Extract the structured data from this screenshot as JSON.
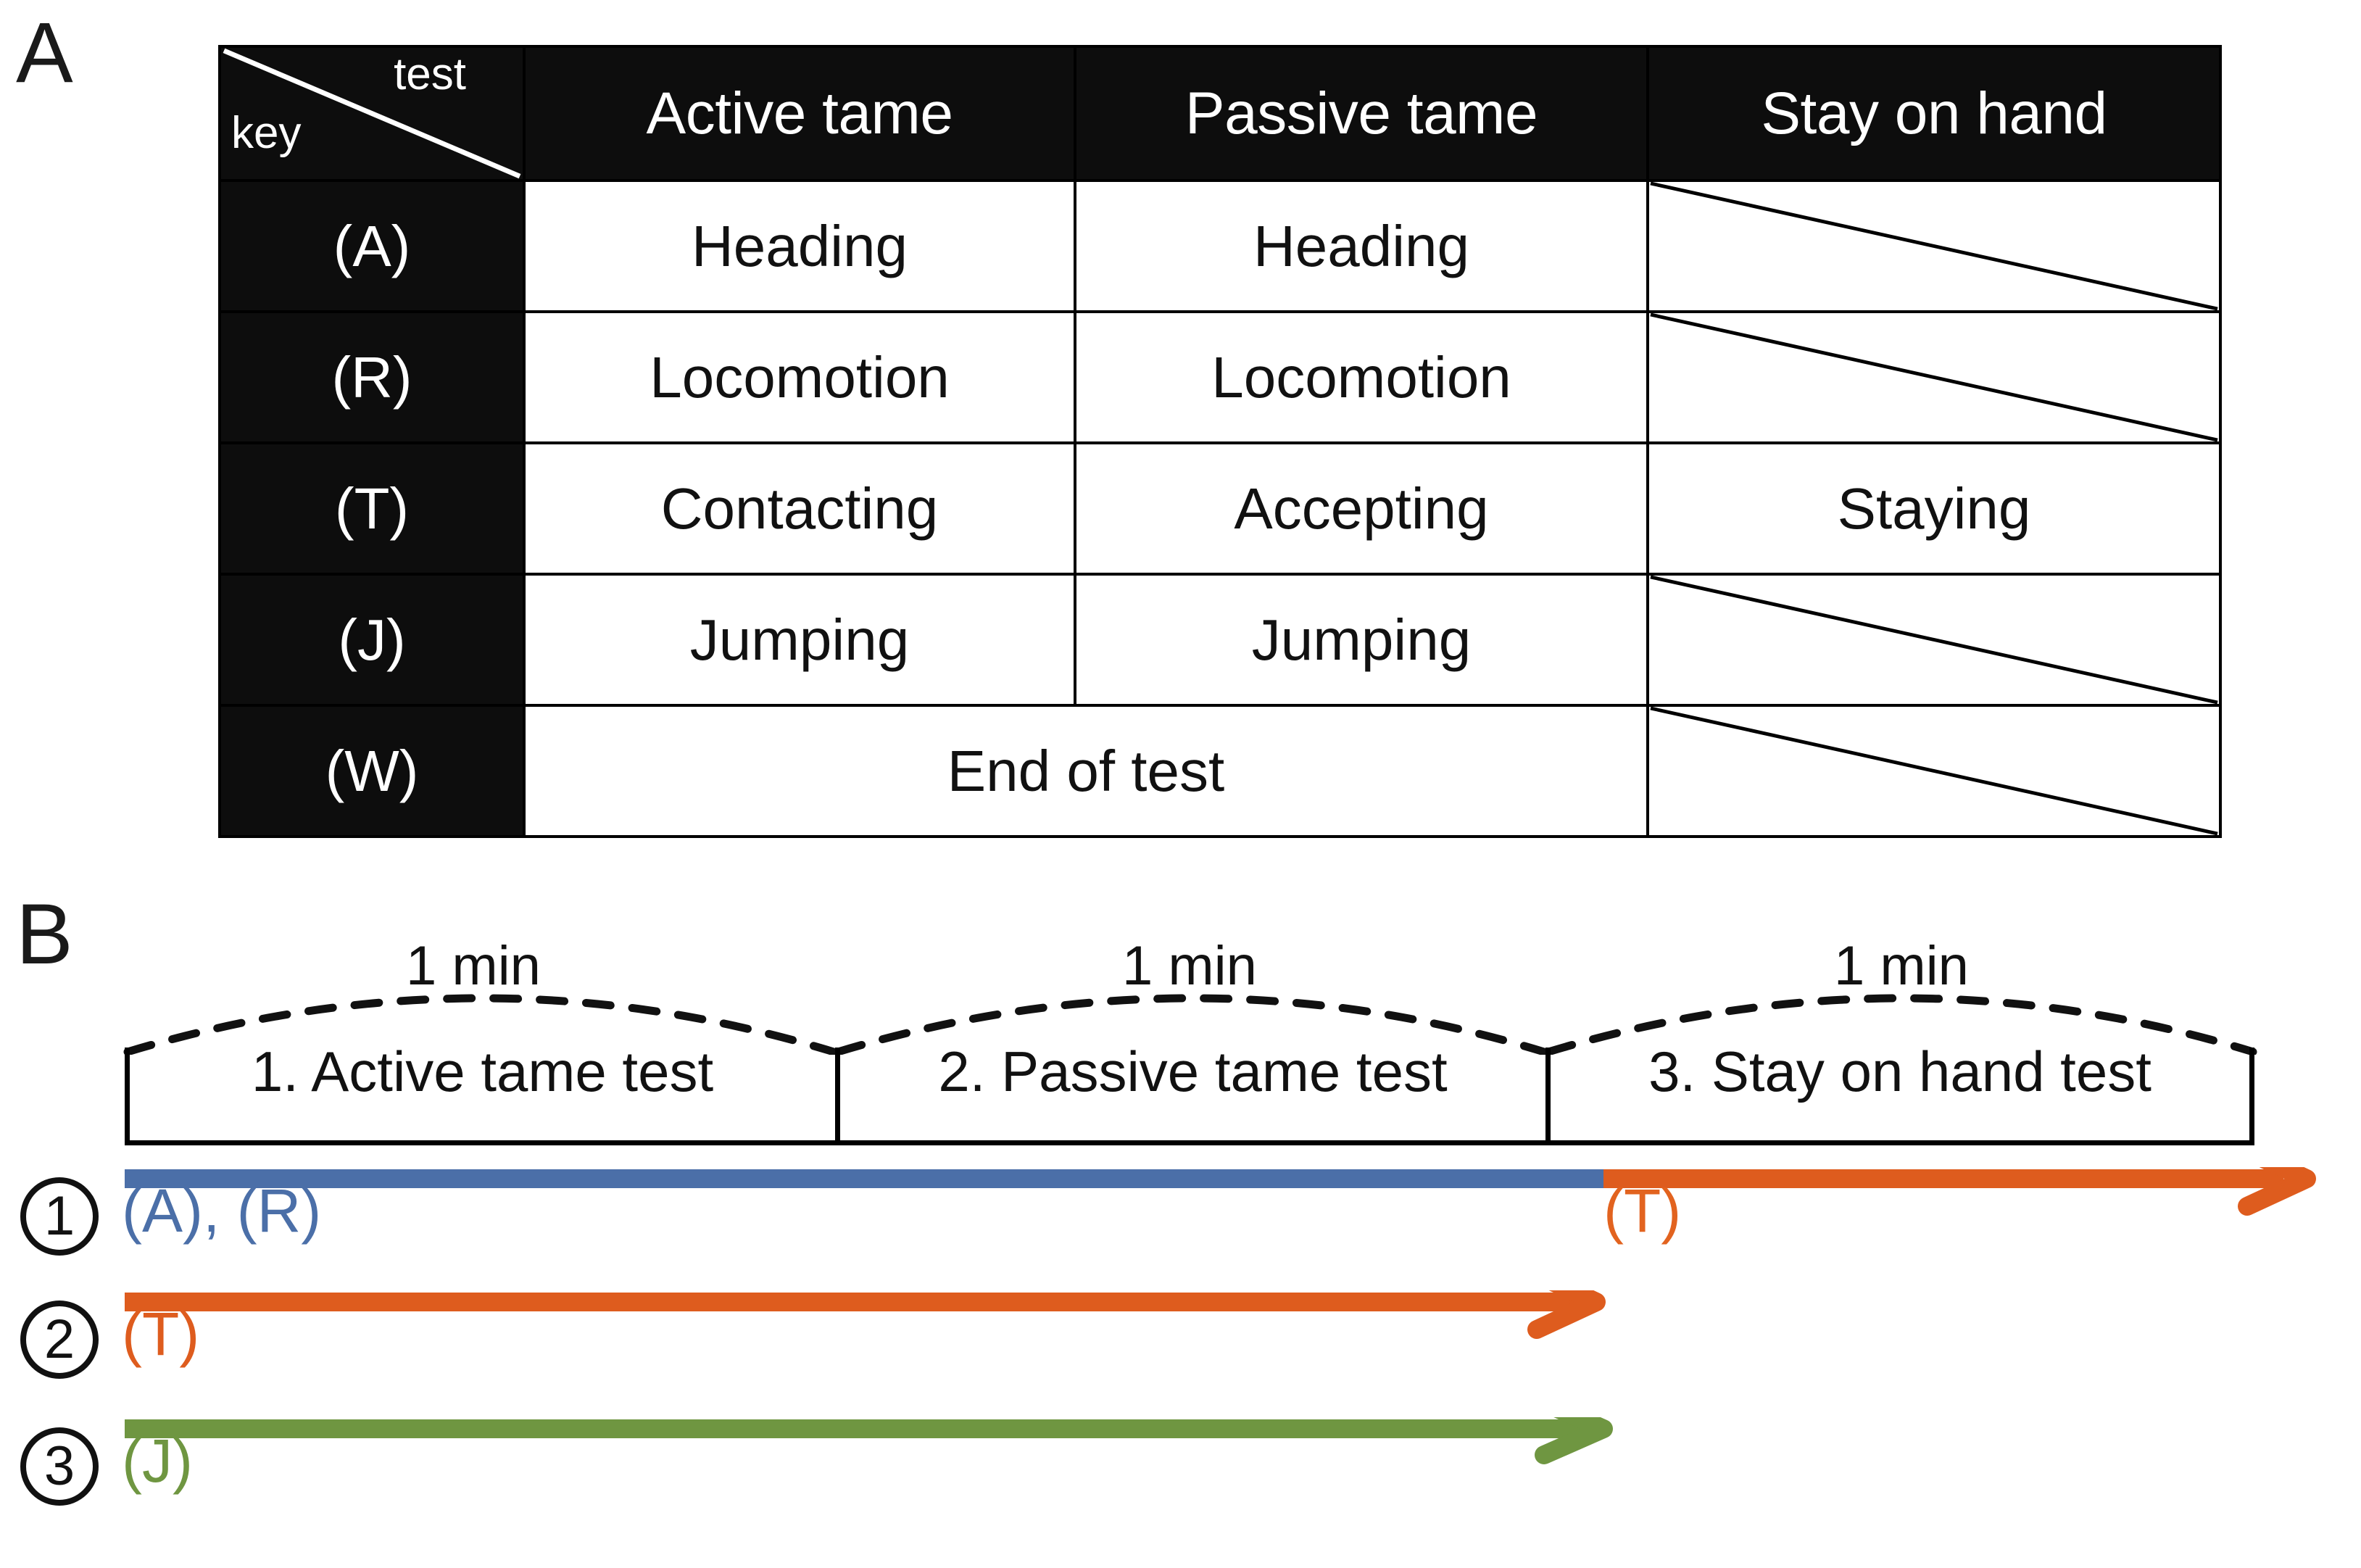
{
  "panels": {
    "a_label": "A",
    "b_label": "B"
  },
  "table": {
    "corner": {
      "col_header": "test",
      "row_header": "key"
    },
    "columns": [
      "Active tame",
      "Passive tame",
      "Stay on hand"
    ],
    "rows": [
      {
        "key": "(A)",
        "active": "Heading",
        "passive": "Heading",
        "stay": "",
        "stay_na": true,
        "merged": false
      },
      {
        "key": "(R)",
        "active": "Locomotion",
        "passive": "Locomotion",
        "stay": "",
        "stay_na": true,
        "merged": false
      },
      {
        "key": "(T)",
        "active": "Contacting",
        "passive": "Accepting",
        "stay": "Staying",
        "stay_na": false,
        "merged": false
      },
      {
        "key": "(J)",
        "active": "Jumping",
        "passive": "Jumping",
        "stay": "",
        "stay_na": true,
        "merged": false
      },
      {
        "key": "(W)",
        "active": "End of test",
        "passive": "",
        "stay": "",
        "stay_na": true,
        "merged": true
      }
    ]
  },
  "timeline": {
    "durations": [
      "1 min",
      "1 min",
      "1 min"
    ],
    "tests": [
      "1. Active tame test",
      "2. Passive tame test",
      "3. Stay on hand test"
    ],
    "tracks": [
      {
        "number": "1",
        "label": "(A), (R)",
        "mid_label": "(T)",
        "color": "#4b6fa8",
        "mid_color": "#e2631f"
      },
      {
        "number": "2",
        "label": "(T)",
        "mid_label": "",
        "color": "#de5c1e",
        "mid_color": ""
      },
      {
        "number": "3",
        "label": "(J)",
        "mid_label": "",
        "color": "#6f9641",
        "mid_color": ""
      }
    ]
  },
  "colors": {
    "blue": "#4b6fa8",
    "orange": "#de5c1e",
    "green": "#6f9641",
    "black": "#0d0d0d"
  }
}
